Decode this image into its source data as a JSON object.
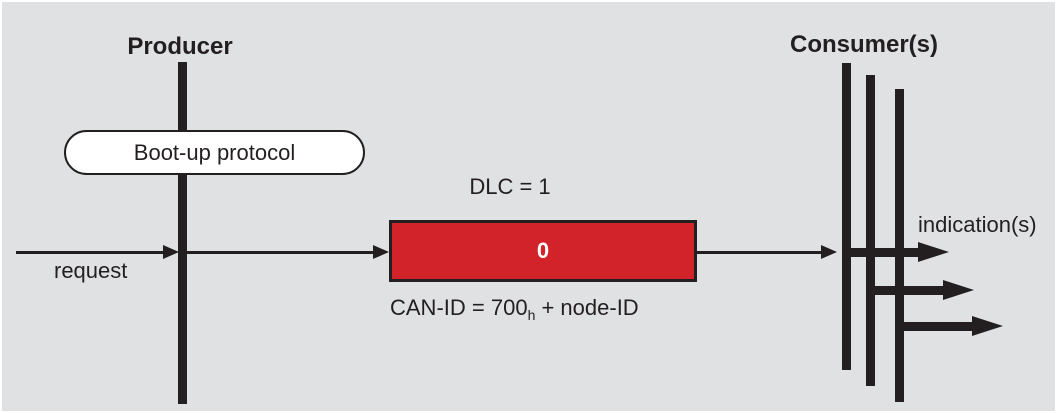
{
  "diagram": {
    "producer": {
      "label": "Producer"
    },
    "consumers": {
      "label": "Consumer(s)"
    },
    "protocol_pill": {
      "label": "Boot-up protocol"
    },
    "request": {
      "label": "request"
    },
    "indication": {
      "label": "indication(s)"
    },
    "frame": {
      "dlc_label": "DLC = 1",
      "data_value": "0",
      "can_id_prefix": "CAN-ID = 700",
      "can_id_subscript": "h",
      "can_id_suffix": " + node-ID"
    },
    "colors": {
      "background": "#e0e1e3",
      "frame_fill": "#d2232b",
      "line": "#231f20",
      "frame_text": "#ffffff"
    }
  }
}
